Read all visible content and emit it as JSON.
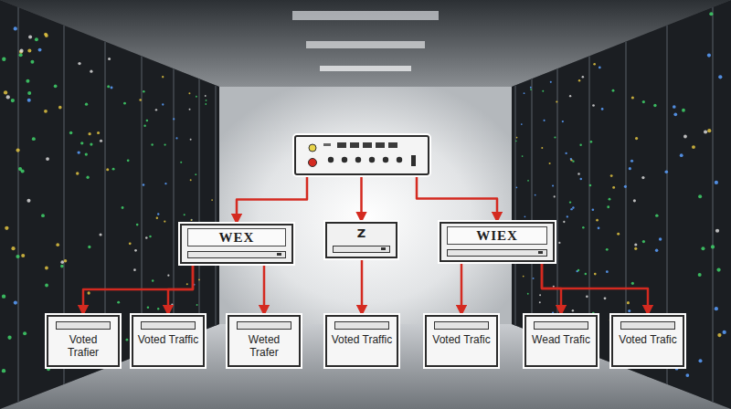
{
  "diagram": {
    "nodes": [
      {
        "text": []
      },
      {
        "text": [
          "WEX"
        ],
        "in": 0
      },
      {
        "text": [
          "Z"
        ]
      },
      {
        "text": [
          "WIEX"
        ]
      },
      {
        "text": [
          "Voted Trafier"
        ]
      },
      {
        "text": [
          "Voted Traffic"
        ]
      },
      {
        "text": [
          "Weted Trafer"
        ]
      },
      {
        "text": [
          "Voted Traffic"
        ]
      },
      {
        "text": [
          "Voted Trafic"
        ]
      },
      {
        "text": [
          "Wead Trafic"
        ]
      },
      {
        "text": [
          "Voted Trafic"
        ]
      }
    ],
    "edges": [
      {
        "from": 0,
        "to": 1,
        "arrow": "to"
      },
      {
        "from": 0,
        "to": 2,
        "arrow": "to"
      },
      {
        "from": 0,
        "to": 3,
        "arrow": "to"
      },
      {
        "from": 1,
        "to": 4,
        "arrow": "to"
      },
      {
        "from": 1,
        "to": 5,
        "arrow": "to"
      },
      {
        "from": 1,
        "to": 6,
        "arrow": "to"
      },
      {
        "from": 2,
        "to": 7,
        "arrow": "to"
      },
      {
        "from": 3,
        "to": 8,
        "arrow": "to"
      },
      {
        "from": 3,
        "to": 9,
        "arrow": "to"
      },
      {
        "from": 3,
        "to": 10,
        "arrow": "to"
      }
    ]
  }
}
